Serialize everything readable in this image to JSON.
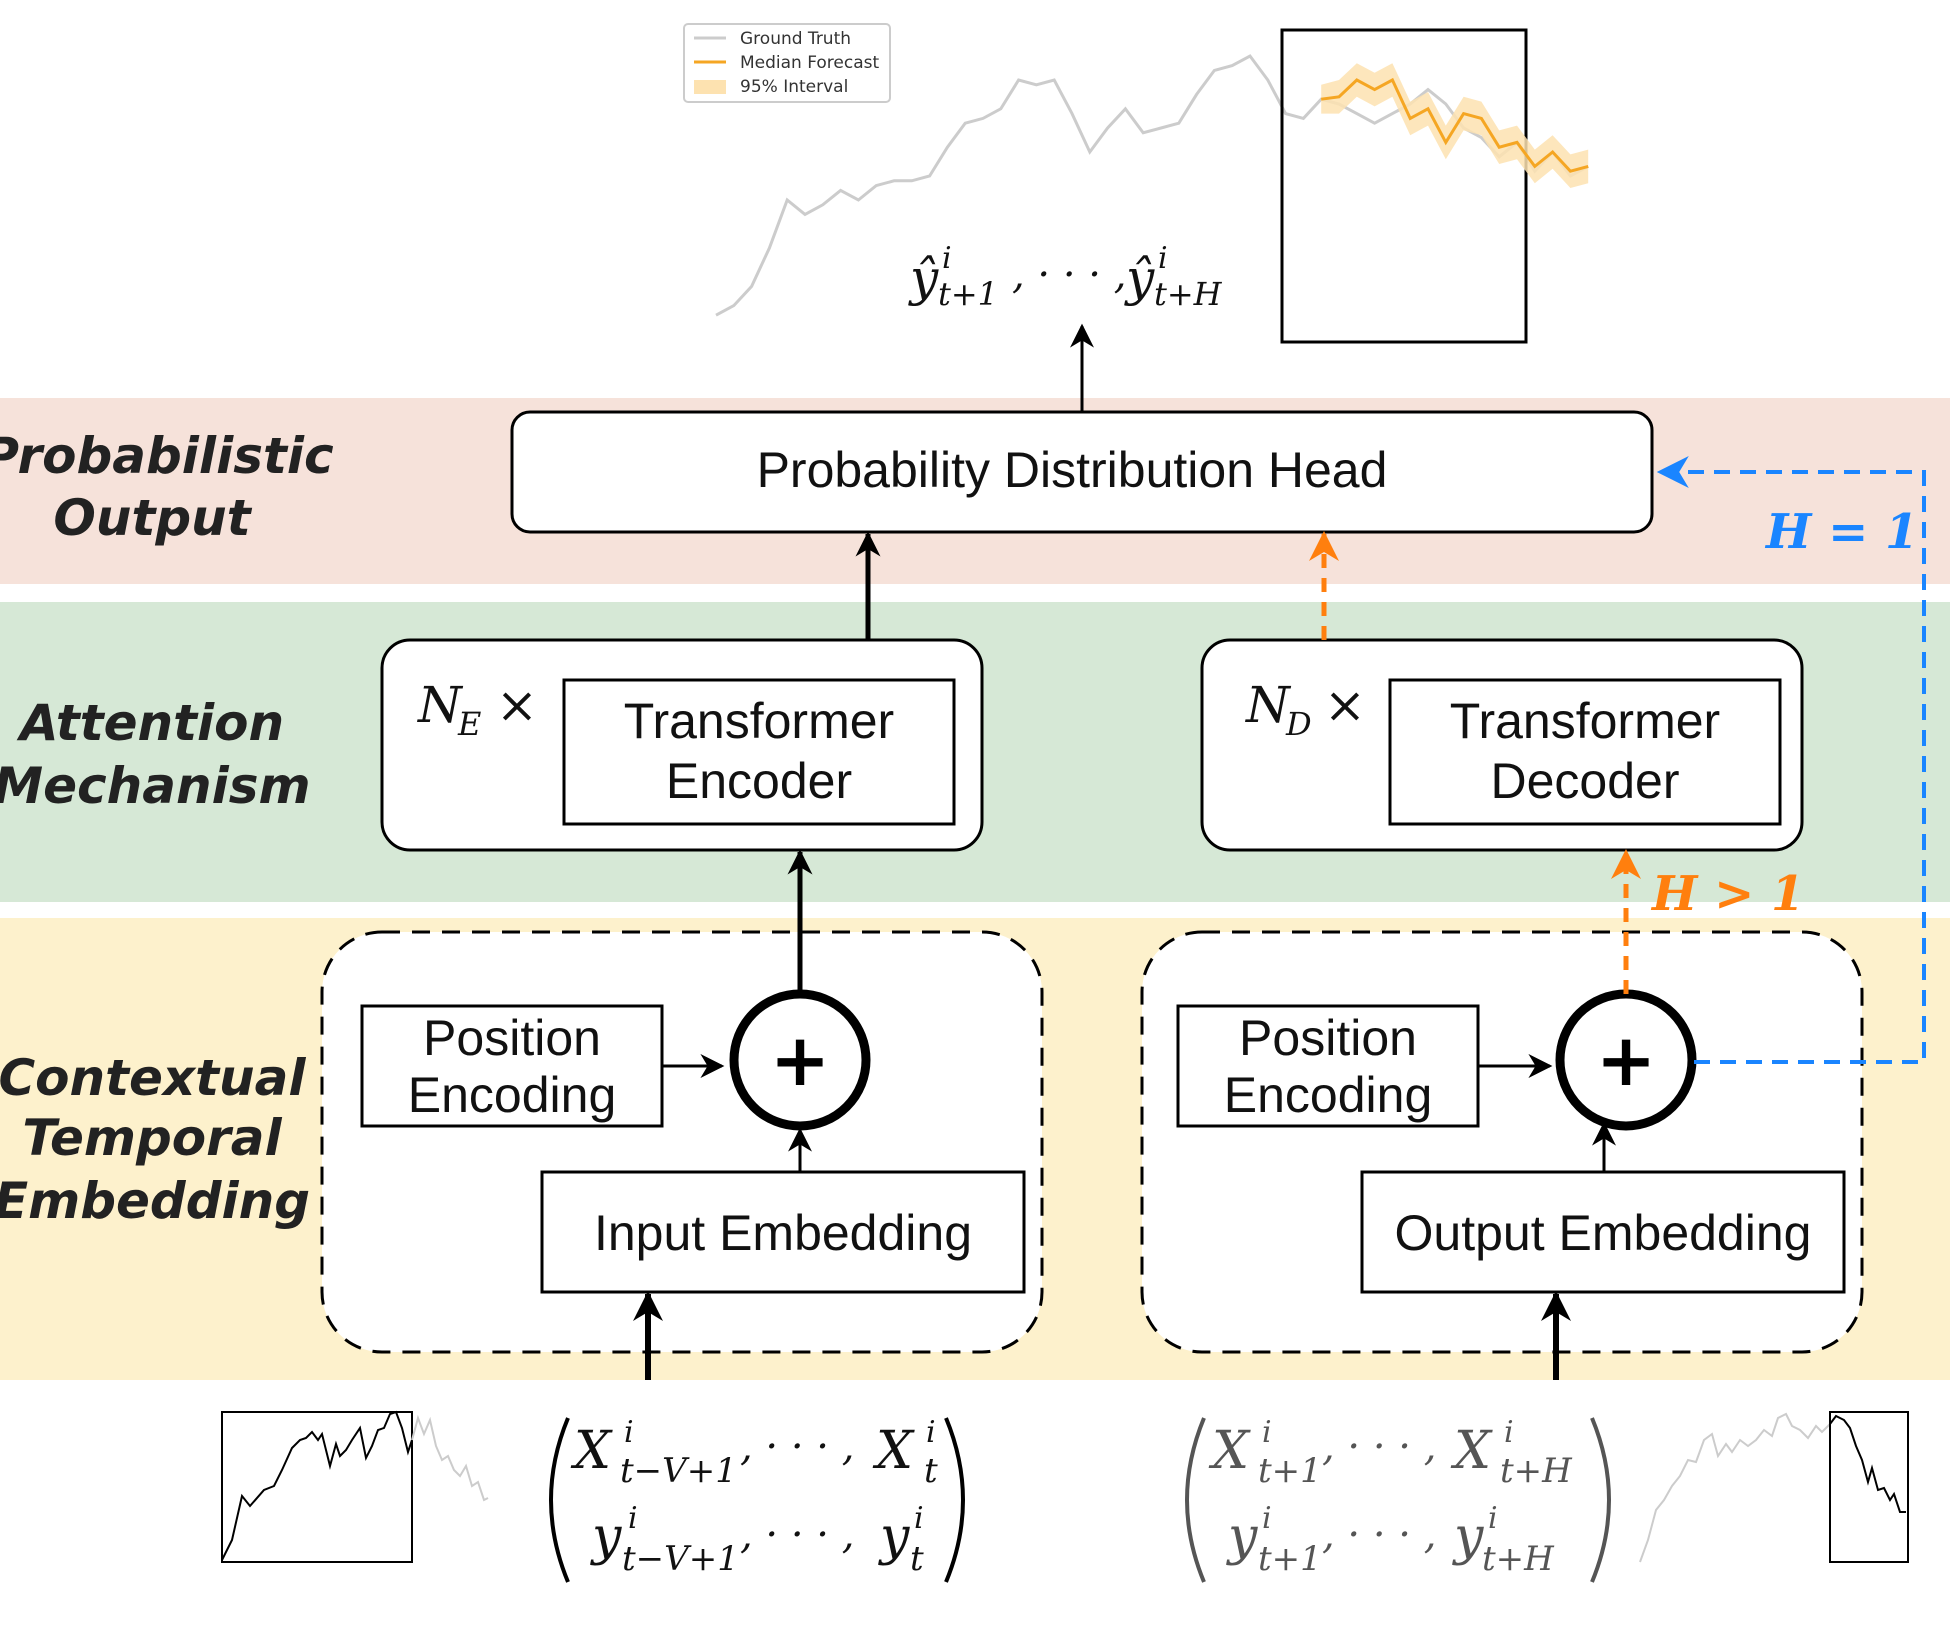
{
  "bands": {
    "output": {
      "label_line1": "Probabilistic",
      "label_line2": "Output",
      "color": "#f6e2da"
    },
    "attention": {
      "label_line1": "Attention",
      "label_line2": "Mechanism",
      "color": "#d6e8d6"
    },
    "embedding": {
      "label_line1": "Contextual",
      "label_line2": "Temporal",
      "label_line3": "Embedding",
      "color": "#fdf1cc"
    }
  },
  "boxes": {
    "head": "Probability Distribution Head",
    "encoder_line1": "Transformer",
    "encoder_line2": "Encoder",
    "decoder_line1": "Transformer",
    "decoder_line2": "Decoder",
    "encoder_repeat": "N",
    "encoder_repeat_sub": "E",
    "decoder_repeat": "N",
    "decoder_repeat_sub": "D",
    "times": "×",
    "pos_enc_left_line1": "Position",
    "pos_enc_left_line2": "Encoding",
    "pos_enc_right_line1": "Position",
    "pos_enc_right_line2": "Encoding",
    "input_embedding": "Input Embedding",
    "output_embedding": "Output Embedding",
    "plus": "+"
  },
  "conditions": {
    "decoder": "H > 1",
    "direct": "H = 1"
  },
  "output_math": {
    "y": "ŷ",
    "sup": "i",
    "sub1": "t+1",
    "sep": ", · · · , ",
    "sub2": "t+H"
  },
  "input_math": {
    "X": "X",
    "y": "y",
    "sup": "i",
    "sep": ", · · · , ",
    "left_sub1": "t−V+1",
    "left_sub2": "t",
    "right_sub1": "t+1",
    "right_sub2": "t+H"
  },
  "legend": {
    "items": [
      "Ground Truth",
      "Median Forecast",
      "95% Interval"
    ]
  },
  "colors": {
    "ground_truth": "#cccccc",
    "median": "#f5a623",
    "interval": "#fde2b0",
    "orange_arrow": "#ff7f0e",
    "blue_arrow": "#1a85ff"
  },
  "chart_data": {
    "type": "line",
    "title": "",
    "xlabel": "",
    "ylabel": "",
    "series": [
      {
        "name": "Ground Truth",
        "values": [
          2,
          6,
          14,
          30,
          50,
          44,
          48,
          54,
          50,
          56,
          58,
          58,
          60,
          72,
          82,
          84,
          88,
          100,
          98,
          100,
          86,
          70,
          80,
          88,
          78,
          80,
          82,
          94,
          104,
          106,
          110,
          100,
          86,
          84,
          92,
          90,
          86,
          82,
          86,
          90,
          96,
          90,
          80,
          76,
          68,
          74,
          62,
          70,
          60,
          64
        ]
      },
      {
        "name": "Median Forecast",
        "start_index": 34,
        "values": [
          92,
          93,
          100,
          96,
          100,
          84,
          88,
          74,
          86,
          84,
          72,
          74,
          64,
          70,
          62,
          64
        ]
      },
      {
        "name": "95% Interval",
        "start_index": 34,
        "lower": [
          86,
          86,
          93,
          89,
          93,
          77,
          81,
          67,
          79,
          77,
          65,
          67,
          57,
          63,
          55,
          57
        ],
        "upper": [
          98,
          100,
          107,
          103,
          107,
          91,
          95,
          81,
          93,
          91,
          79,
          81,
          71,
          77,
          69,
          71
        ]
      }
    ]
  }
}
